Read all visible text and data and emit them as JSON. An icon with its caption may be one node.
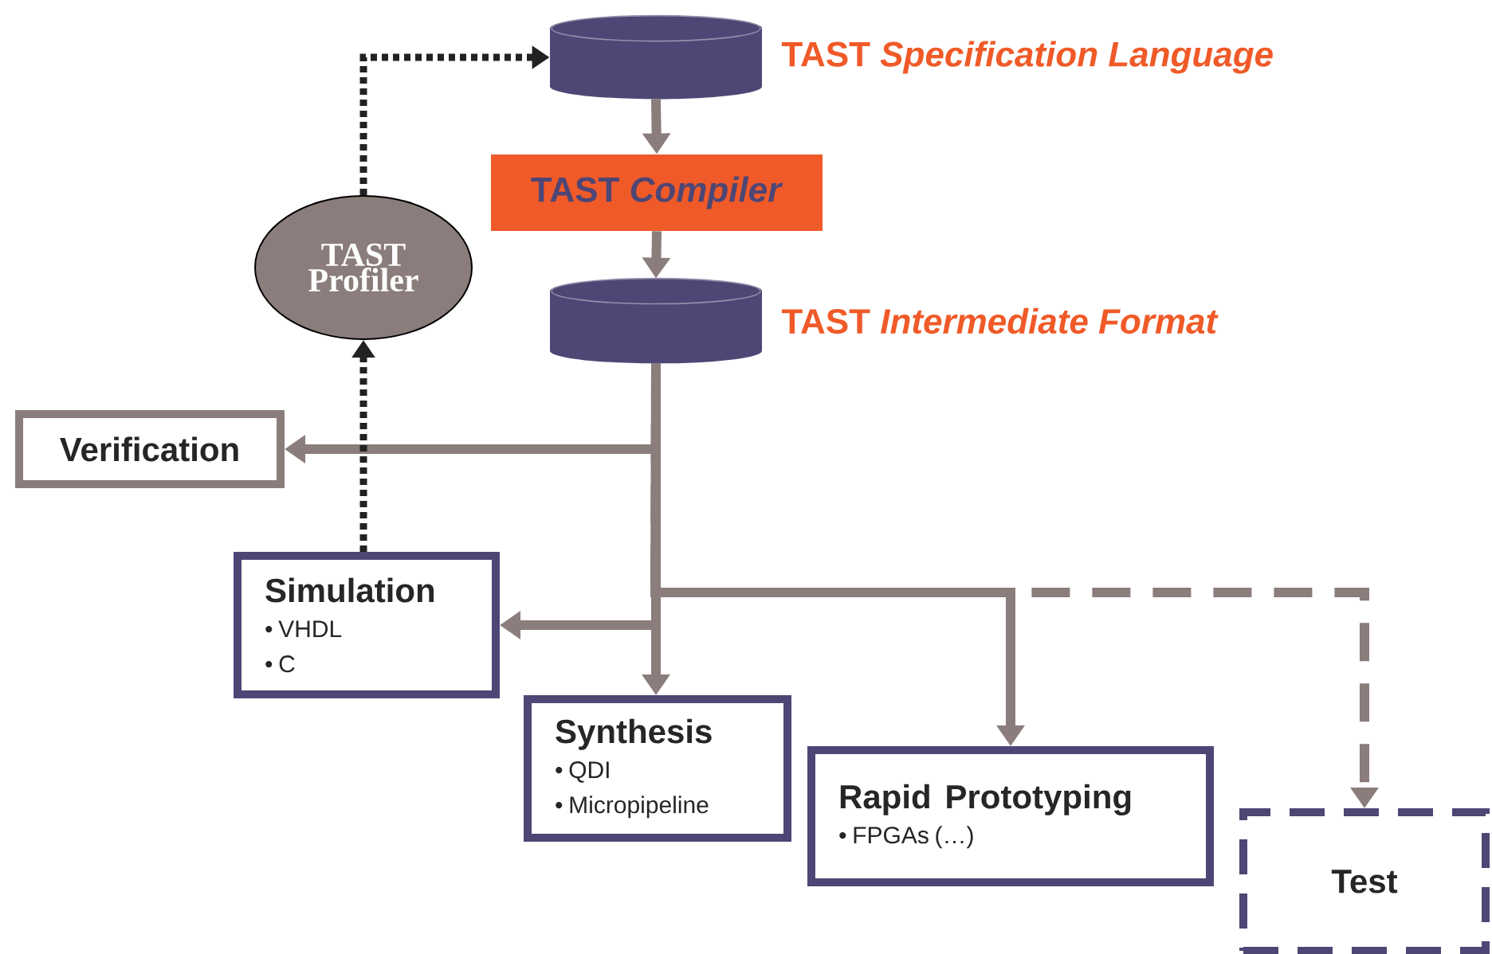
{
  "diagram": {
    "nodes": [
      {
        "text": [
          "TAST *Specification Language*"
        ]
      },
      {
        "text": [
          "TAST *Compiler*"
        ]
      },
      {
        "text": [
          "TAST *Intermediate Format*"
        ]
      },
      {
        "text": [
          "TAST Profiler"
        ]
      },
      {
        "text": [
          "Verification"
        ]
      },
      {
        "text": [
          "Simulation",
          "• VHDL",
          "• C"
        ]
      },
      {
        "text": [
          "Synthesis",
          "• QDI",
          "• Micropipeline"
        ]
      },
      {
        "text": [
          "Rapid Prototyping",
          "• FPGAs (…)"
        ]
      },
      {
        "text": [
          "Test"
        ]
      }
    ],
    "edges": [
      {
        "from": 0,
        "to": 1,
        "arrow": "to"
      },
      {
        "from": 1,
        "to": 2,
        "arrow": "to"
      },
      {
        "from": 2,
        "to": 4,
        "arrow": "to"
      },
      {
        "from": 2,
        "to": 5,
        "arrow": "to"
      },
      {
        "from": 2,
        "to": 6,
        "arrow": "to"
      },
      {
        "from": 2,
        "to": 7,
        "arrow": "to"
      },
      {
        "from": 2,
        "to": 8,
        "arrow": "to",
        "style": "dashed"
      },
      {
        "from": 5,
        "to": 3,
        "arrow": "to",
        "style": "dashed",
        "color": "#222222"
      },
      {
        "from": 3,
        "to": 0,
        "arrow": "to",
        "style": "dashed",
        "color": "#222222"
      }
    ]
  }
}
